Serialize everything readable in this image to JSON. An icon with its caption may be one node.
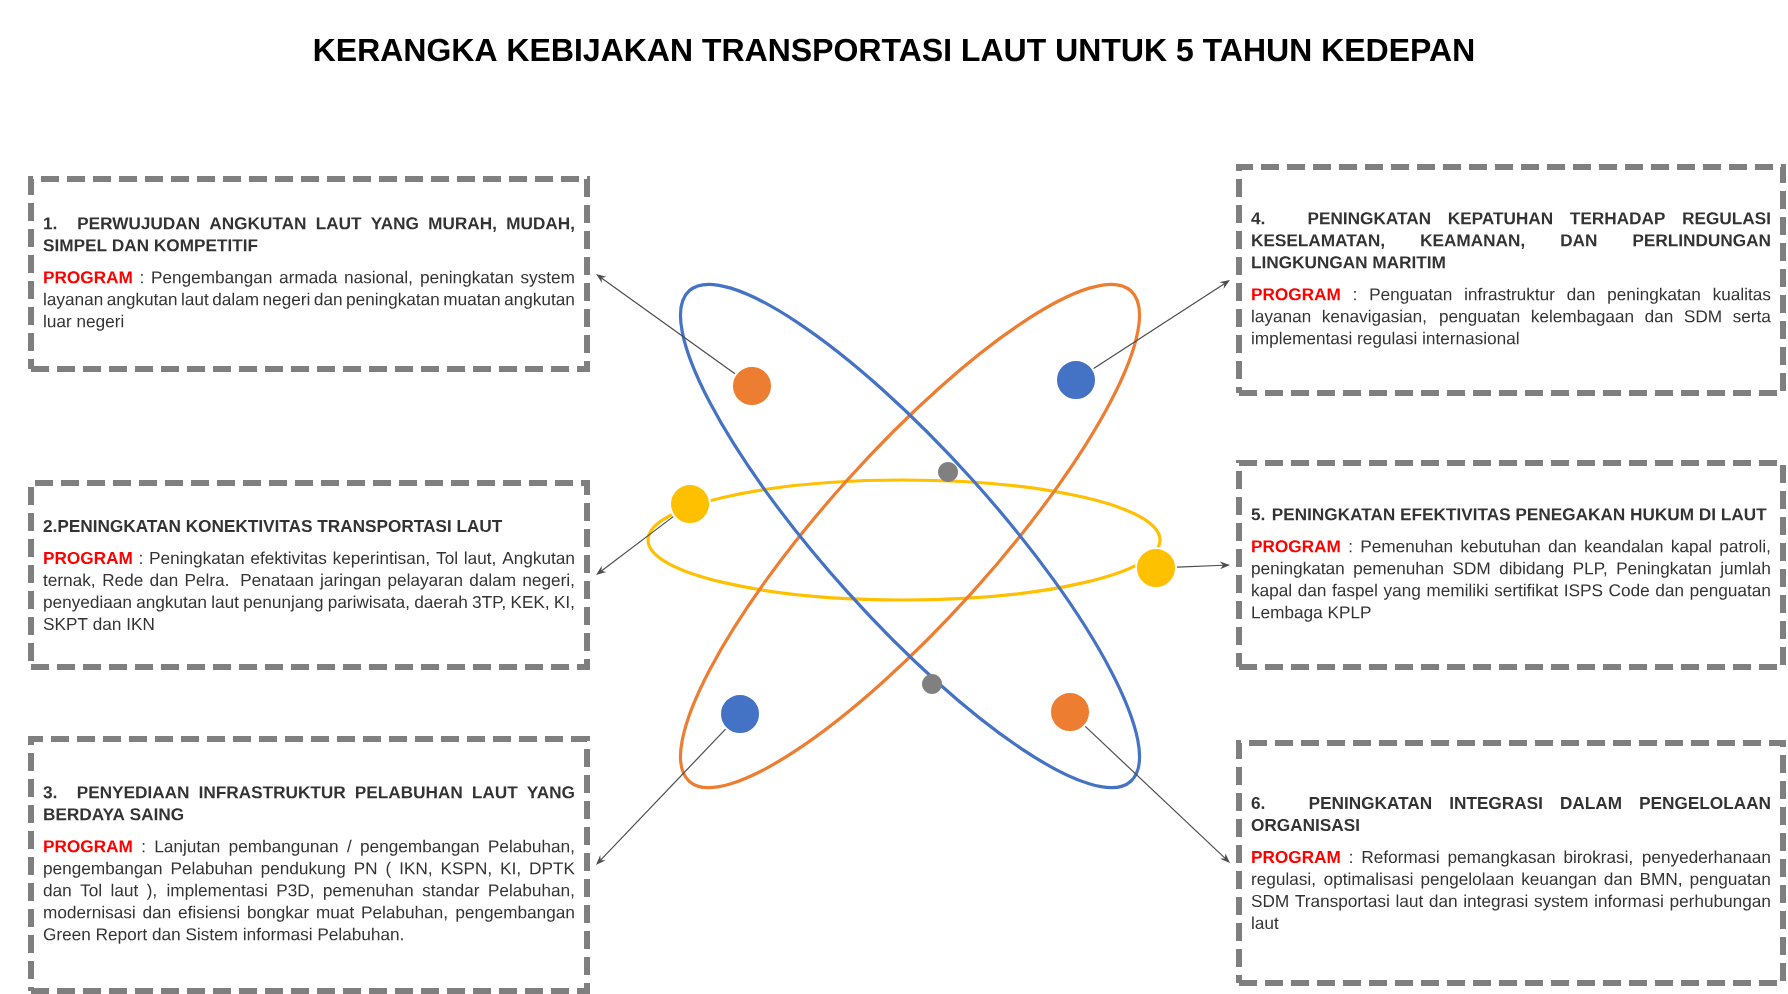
{
  "diagram": {
    "title": "KERANGKA KEBIJAKAN TRANSPORTASI LAUT UNTUK 5 TAHUN KEDEPAN",
    "nodes": [
      {
        "text": [
          "1. PERWUJUDAN ANGKUTAN LAUT YANG MURAH, MUDAH, SIMPEL DAN KOMPETITIF",
          "PROGRAM",
          ": Pengembangan armada nasional, peningkatan system layanan angkutan laut dalam negeri dan peningkatan muatan angkutan luar negeri"
        ]
      },
      {
        "text": [
          "2.PENINGKATAN KONEKTIVITAS TRANSPORTASI LAUT",
          "PROGRAM",
          ": Peningkatan efektivitas keperintisan, Tol laut, Angkutan ternak, Rede dan Pelra. Penataan jaringan pelayaran dalam negeri, penyediaan angkutan laut penunjang pariwisata, daerah 3TP, KEK, KI, SKPT dan IKN"
        ]
      },
      {
        "text": [
          "3. PENYEDIAAN INFRASTRUKTUR PELABUHAN LAUT YANG BERDAYA SAING",
          "PROGRAM",
          ": Lanjutan pembangunan / pengembangan Pelabuhan, pengembangan Pelabuhan pendukung PN ( IKN, KSPN, KI, DPTK dan Tol laut ), implementasi P3D, pemenuhan standar Pelabuhan, modernisasi dan efisiensi bongkar muat Pelabuhan, pengembangan Green Report dan Sistem informasi Pelabuhan."
        ]
      },
      {
        "text": [
          "4. PENINGKATAN KEPATUHAN TERHADAP REGULASI KESELAMATAN, KEAMANAN, DAN PERLINDUNGAN LINGKUNGAN MARITIM",
          "PROGRAM",
          ": Penguatan infrastruktur dan peningkatan kualitas layanan kenavigasian, penguatan kelembagaan dan SDM serta implementasi regulasi internasional"
        ]
      },
      {
        "text": [
          "5. PENINGKATAN EFEKTIVITAS PENEGAKAN HUKUM DI LAUT",
          "PROGRAM",
          ": Pemenuhan kebutuhan dan keandalan kapal patroli, peningkatan pemenuhan SDM dibidang PLP, Peningkatan jumlah kapal dan faspel yang memiliki sertifikat ISPS Code dan penguatan Lembaga KPLP"
        ]
      },
      {
        "text": [
          "6. PENINGKATAN INTEGRASI DALAM PENGELOLAAN ORGANISASI",
          "PROGRAM",
          ": Reformasi pemangkasan birokrasi, penyederhanaan regulasi, optimalisasi pengelolaan keuangan dan BMN, penguatan SDM Transportasi laut dan integrasi system informasi perhubungan laut"
        ]
      },
      {
        "text": [],
        "shape": "circle"
      },
      {
        "text": [],
        "shape": "circle"
      },
      {
        "text": [],
        "shape": "circle"
      },
      {
        "text": [],
        "shape": "circle"
      },
      {
        "text": [],
        "shape": "circle"
      },
      {
        "text": [],
        "shape": "circle"
      }
    ],
    "edges": [
      {
        "from": 6,
        "to": 0,
        "arrow": "to"
      },
      {
        "from": 7,
        "to": 1,
        "arrow": "to"
      },
      {
        "from": 8,
        "to": 2,
        "arrow": "to"
      },
      {
        "from": 9,
        "to": 3,
        "arrow": "to"
      },
      {
        "from": 10,
        "to": 4,
        "arrow": "to"
      },
      {
        "from": 11,
        "to": 5,
        "arrow": "to"
      }
    ]
  }
}
